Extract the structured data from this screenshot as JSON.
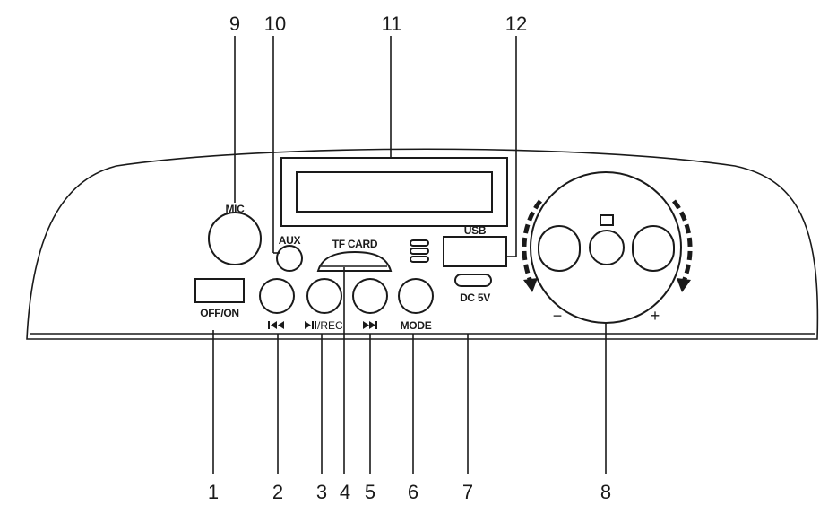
{
  "callouts": {
    "c1": "1",
    "c2": "2",
    "c3": "3",
    "c4": "4",
    "c5": "5",
    "c6": "6",
    "c7": "7",
    "c8": "8",
    "c9": "9",
    "c10": "10",
    "c11": "11",
    "c12": "12"
  },
  "labels": {
    "mic": "MIC",
    "aux": "AUX",
    "tf_card": "TF CARD",
    "usb": "USB",
    "off_on": "OFF/ON",
    "rec": "/REC",
    "mode": "MODE",
    "dc": "DC 5V",
    "minus": "−",
    "plus": "+"
  }
}
